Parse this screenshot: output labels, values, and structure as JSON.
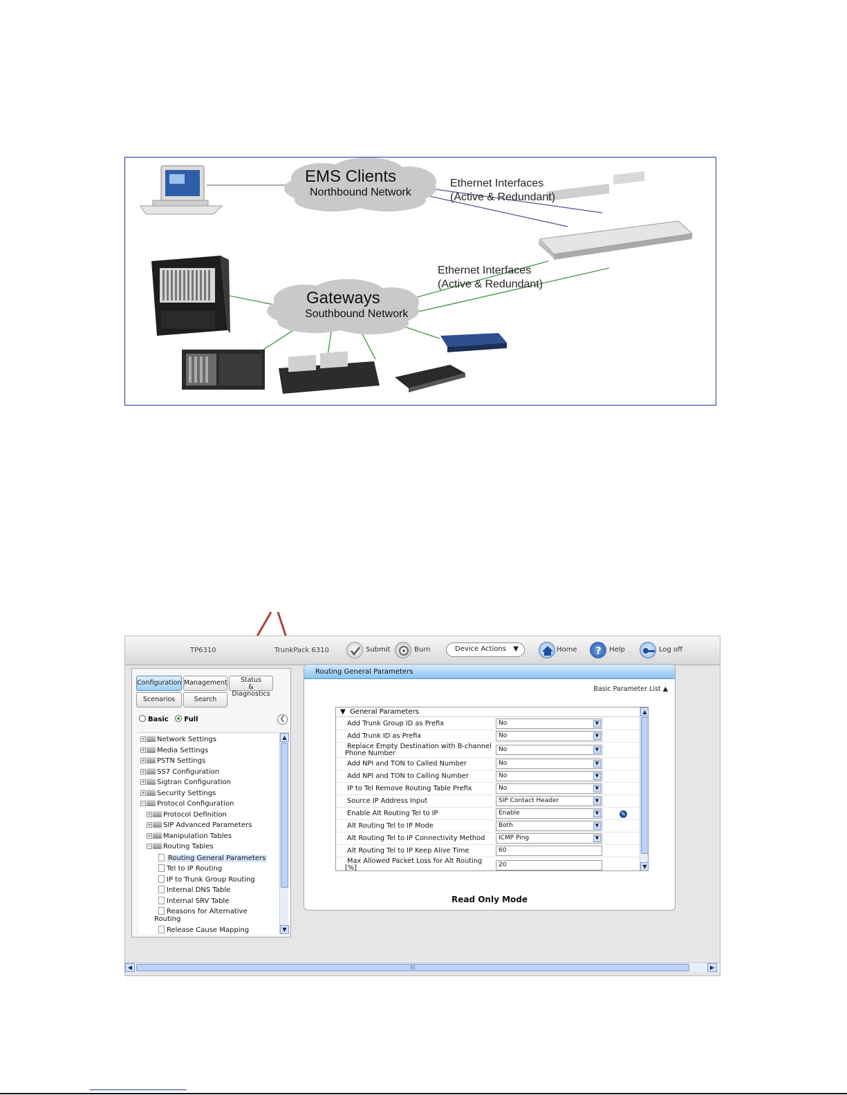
{
  "diagram": {
    "ems_title": "EMS Clients",
    "ems_sub": "Northbound Network",
    "gw_title": "Gateways",
    "gw_sub": "Southbound Network",
    "eth_top_1": "Ethernet Interfaces",
    "eth_top_2": "(Active & Redundant)",
    "eth_mid_1": "Ethernet Interfaces",
    "eth_mid_2": "(Active & Redundant)",
    "colors": {
      "north_line": "#5a4b8c",
      "south_line": "#4a9a4a",
      "cloud": "#c9c9c9",
      "frame": "#1f3a8a"
    }
  },
  "screenshot": {
    "topbar": {
      "model": "TP6310",
      "product": "TrunkPack 6310",
      "submit": "Submit",
      "burn": "Burn",
      "device_actions": "Device Actions",
      "home": "Home",
      "help": "Help",
      "logoff": "Log off"
    },
    "tabs": {
      "configuration": "Configuration",
      "management": "Management",
      "status_1": "Status",
      "status_2": "& Diagnostics",
      "scenarios": "Scenarios",
      "search": "Search"
    },
    "mode": {
      "basic": "Basic",
      "full": "Full"
    },
    "tree": [
      "Network Settings",
      "Media Settings",
      "PSTN Settings",
      "SS7 Configuration",
      "Sigtran Configuration",
      "Security Settings",
      "Protocol Configuration",
      "Protocol Definition",
      "SIP Advanced Parameters",
      "Manipulation Tables",
      "Routing Tables",
      "Routing General Parameters",
      "Tel to IP Routing",
      "IP to Trunk Group Routing",
      "Internal DNS Table",
      "Internal SRV Table",
      "Reasons for Alternative",
      "Routing",
      "Release Cause Mapping"
    ],
    "panel": {
      "title": "Routing General Parameters",
      "basic_list": "Basic Parameter List",
      "section": "General Parameters",
      "read_only": "Read Only Mode",
      "params": [
        {
          "label": "Add Trunk Group ID as Prefix",
          "value": "No"
        },
        {
          "label": "Add Trunk ID as Prefix",
          "value": "No"
        },
        {
          "label": "Replace Empty Destination with B-channel",
          "label2": "Phone Number",
          "value": "No"
        },
        {
          "label": "Add NPI and TON to Called Number",
          "value": "No"
        },
        {
          "label": "Add NPI and TON to Calling Number",
          "value": "No"
        },
        {
          "label": "IP to Tel Remove Routing Table Prefix",
          "value": "No"
        },
        {
          "label": "Source IP Address Input",
          "value": "SIP Contact Header"
        },
        {
          "label": "Enable Alt Routing Tel to IP",
          "value": "Enable"
        },
        {
          "label": "Alt Routing Tel to IP Mode",
          "value": "Both"
        },
        {
          "label": "Alt Routing Tel to IP Connectivity Method",
          "value": "ICMP Ping"
        },
        {
          "label": "Alt Routing Tel to IP Keep Alive Time",
          "value": "60"
        },
        {
          "label": "Max Allowed Packet Loss for Alt Routing",
          "label2": "[%]",
          "value": "20"
        }
      ]
    },
    "annotation_color": "#b0403a"
  }
}
